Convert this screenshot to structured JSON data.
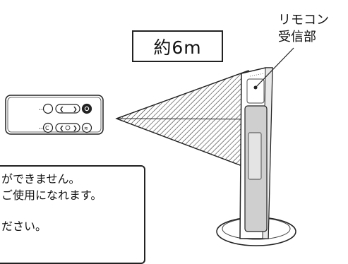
{
  "distance_label": "約6m",
  "sensor_label": {
    "line1": "リモコン",
    "line2": "受信部"
  },
  "notes": {
    "line1": "ができません。",
    "line2": "ご使用になれます。",
    "line3": "ださい。"
  },
  "colors": {
    "stroke": "#222222",
    "hatch": "#333333",
    "heater_panel": "#cfcfcf",
    "background": "#ffffff"
  },
  "icons": [
    "remote-control-icon",
    "power-icon",
    "timer-icon",
    "swing-icon",
    "heat-icon",
    "eco-icon"
  ]
}
